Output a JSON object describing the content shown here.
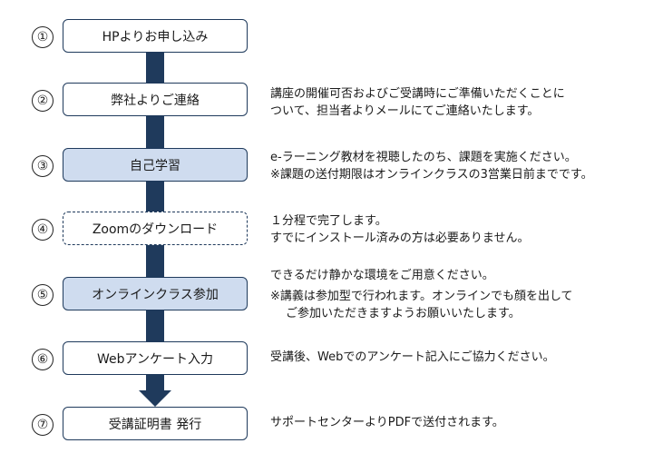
{
  "colors": {
    "arrow": "#1f3a5c",
    "box_fill": "#cfdcef",
    "box_border": "#1f3a5c"
  },
  "steps": [
    {
      "num": "①",
      "label": "HPよりお申し込み",
      "style": "plain",
      "desc": []
    },
    {
      "num": "②",
      "label": "弊社よりご連絡",
      "style": "plain",
      "desc": [
        "講座の開催可否およびご受講時にご準備いただくことに",
        "ついて、担当者よりメールにてご連絡いたします。"
      ]
    },
    {
      "num": "③",
      "label": "自己学習",
      "style": "filled",
      "desc": [
        "e-ラーニング教材を視聴したのち、課題を実施ください。",
        "※課題の送付期限はオンラインクラスの3営業日前までです。"
      ]
    },
    {
      "num": "④",
      "label": "Zoomのダウンロード",
      "style": "dashed",
      "desc": [
        "１分程で完了します。",
        "すでにインストール済みの方は必要ありません。"
      ]
    },
    {
      "num": "⑤",
      "label": "オンラインクラス参加",
      "style": "filled",
      "desc": [
        "できるだけ静かな環境をご用意ください。",
        "※講義は参加型で行われます。オンラインでも顔を出して",
        "ご参加いただきますようお願いいたします。"
      ]
    },
    {
      "num": "⑥",
      "label": "Webアンケート入力",
      "style": "plain",
      "desc": [
        "受講後、Webでのアンケート記入にご協力ください。"
      ]
    },
    {
      "num": "⑦",
      "label": "受講証明書 発行",
      "style": "plain",
      "desc": [
        "サポートセンターよりPDFで送付されます。"
      ]
    }
  ]
}
